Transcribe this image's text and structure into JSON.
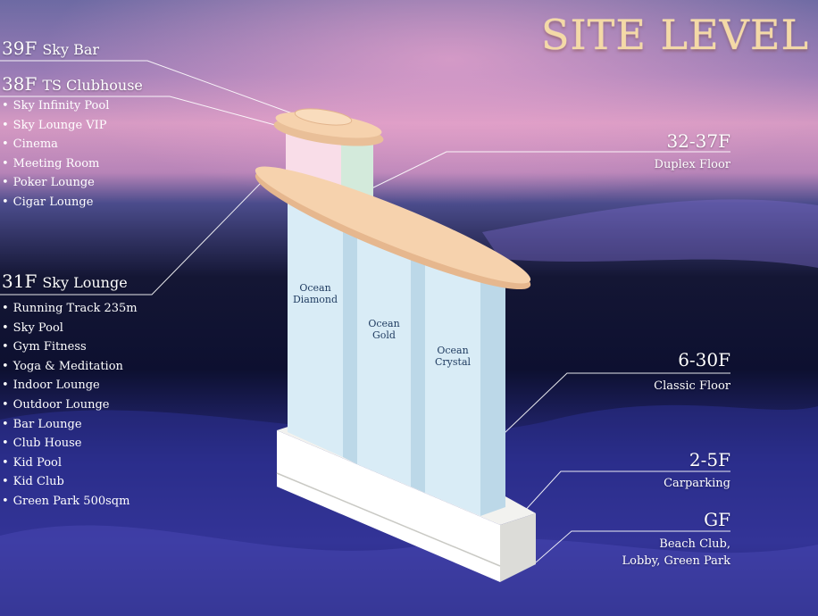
{
  "title": "SITE LEVEL",
  "left": {
    "sky_bar": {
      "floor": "39F",
      "name": "Sky Bar"
    },
    "clubhouse": {
      "floor": "38F",
      "name": "TS Clubhouse",
      "items": [
        "Sky Infinity Pool",
        "Sky Lounge VIP",
        "Cinema",
        "Meeting Room",
        "Poker Lounge",
        "Cigar Lounge"
      ]
    },
    "sky_lounge": {
      "floor": "31F",
      "name": "Sky Lounge",
      "items": [
        "Running Track 235m",
        "Sky Pool",
        "Gym Fitness",
        "Yoga & Meditation",
        "Indoor Lounge",
        "Outdoor Lounge",
        "Bar Lounge",
        "Club House",
        "Kid Pool",
        "Kid Club",
        "Green Park 500sqm"
      ]
    }
  },
  "right": {
    "duplex": {
      "floor": "32-37F",
      "desc": "Duplex Floor"
    },
    "classic": {
      "floor": "6-30F",
      "desc": "Classic Floor"
    },
    "parking": {
      "floor": "2-5F",
      "desc": "Carparking"
    },
    "ground": {
      "floor": "GF",
      "desc_line1": "Beach Club,",
      "desc_line2": "Lobby, Green Park"
    }
  },
  "towers": {
    "diamond": {
      "line1": "Ocean",
      "line2": "Diamond"
    },
    "gold": {
      "line1": "Ocean",
      "line2": "Gold"
    },
    "crystal": {
      "line1": "Ocean",
      "line2": "Crystal"
    }
  },
  "colors": {
    "title_gold": "#f4d9a6",
    "roof_peach": "#f6d2ad",
    "tower_blue": "#d9ecf6",
    "club_pink": "#f9dde8",
    "club_mint": "#d3eadb"
  }
}
